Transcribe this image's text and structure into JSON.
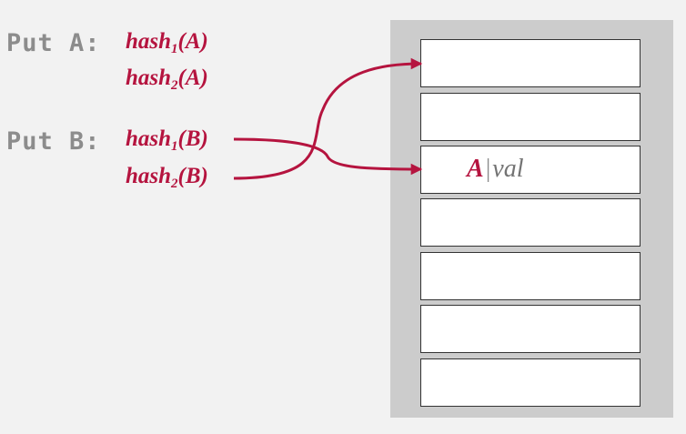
{
  "ops": [
    {
      "label": "Put A:",
      "hashes": [
        {
          "fn": "hash",
          "idx": "1",
          "arg": "(A)"
        },
        {
          "fn": "hash",
          "idx": "2",
          "arg": "(A)"
        }
      ]
    },
    {
      "label": "Put B:",
      "hashes": [
        {
          "fn": "hash",
          "idx": "1",
          "arg": "(B)"
        },
        {
          "fn": "hash",
          "idx": "2",
          "arg": "(B)"
        }
      ]
    }
  ],
  "table": {
    "slot_count": 7,
    "filled_slot": {
      "index": 2,
      "key": "A",
      "separator": "|",
      "value": "val"
    }
  },
  "colors": {
    "accent": "#b5143f",
    "label_gray": "#8c8c8c",
    "table_bg": "#cccccc",
    "page_bg": "#f2f2f2"
  }
}
